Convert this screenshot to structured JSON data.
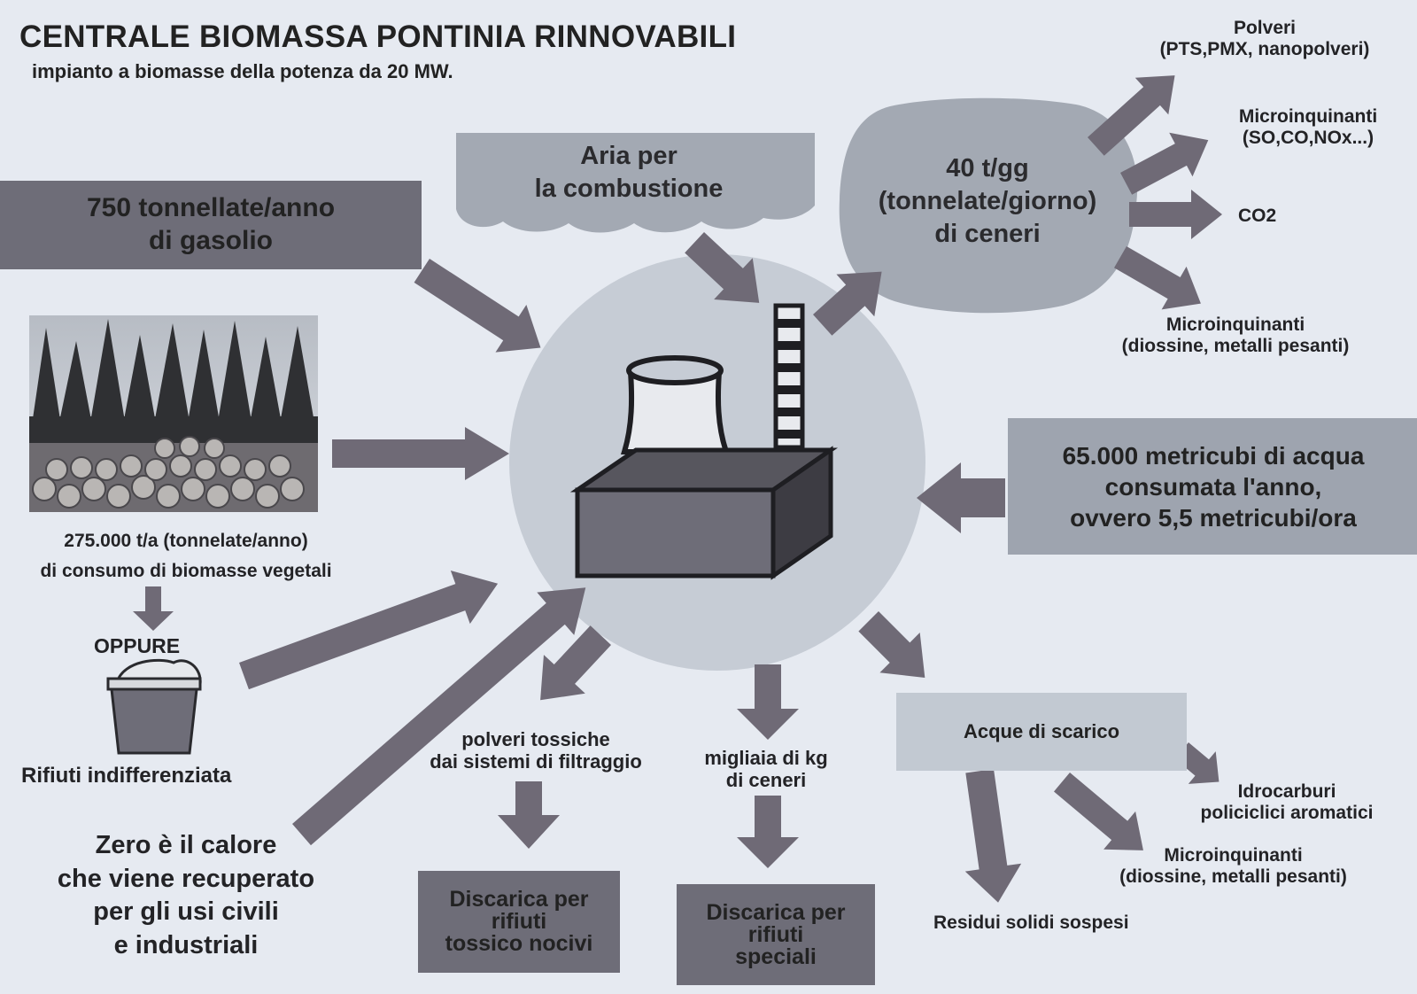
{
  "header": {
    "title": "CENTRALE BIOMASSA PONTINIA RINNOVABILI",
    "subtitle": "impianto a biomasse della potenza da 20 MW."
  },
  "inputs": {
    "gasolio_line1": "750 tonnellate/anno",
    "gasolio_line2": "di gasolio",
    "aria_line1": "Aria per",
    "aria_line2": "la combustione",
    "biomassa_line1": "275.000 t/a (tonnelate/anno)",
    "biomassa_line2": "di consumo di biomasse vegetali",
    "oppure": "OPPURE",
    "rifiuti": "Rifiuti indifferenziata",
    "acqua_line1": "65.000 metricubi di acqua",
    "acqua_line2": "consumata l'anno,",
    "acqua_line3": "ovvero 5,5 metricubi/ora",
    "calore_line1": "Zero è il calore",
    "calore_line2": "che viene recuperato",
    "calore_line3": "per gli usi civili",
    "calore_line4": "e industriali"
  },
  "ceneri_cloud": {
    "line1": "40 t/gg",
    "line2": "(tonnelate/giorno)",
    "line3": "di ceneri"
  },
  "emissions": {
    "polveri_line1": "Polveri",
    "polveri_line2": "(PTS,PMX, nanopolveri)",
    "micro1_line1": "Microinquinanti",
    "micro1_line2": "(SO,CO,NOx...)",
    "co2": "CO2",
    "micro2_line1": "Microinquinanti",
    "micro2_line2": "(diossine, metalli pesanti)"
  },
  "outputs": {
    "polveri_tox_line1": "polveri tossiche",
    "polveri_tox_line2": "dai sistemi di filtraggio",
    "migliaia_line1": "migliaia di kg",
    "migliaia_line2": "di ceneri",
    "discarica1_line1": "Discarica per",
    "discarica1_line2": "rifiuti",
    "discarica1_line3": "tossico nocivi",
    "discarica2_line1": "Discarica per",
    "discarica2_line2": "rifiuti",
    "discarica2_line3": "speciali",
    "acque": "Acque di scarico",
    "idro_line1": "Idrocarburi",
    "idro_line2": "policiclici aromatici",
    "micro3_line1": "Microinquinanti",
    "micro3_line2": "(diossine, metalli pesanti)",
    "residui": "Residui solidi sospesi"
  },
  "colors": {
    "arrow": "#6f6a76",
    "circle": "#c9cfd8",
    "dark_box": "#6e6d78",
    "mid_box": "#9ea4af",
    "light_box": "#c2c9d2"
  }
}
